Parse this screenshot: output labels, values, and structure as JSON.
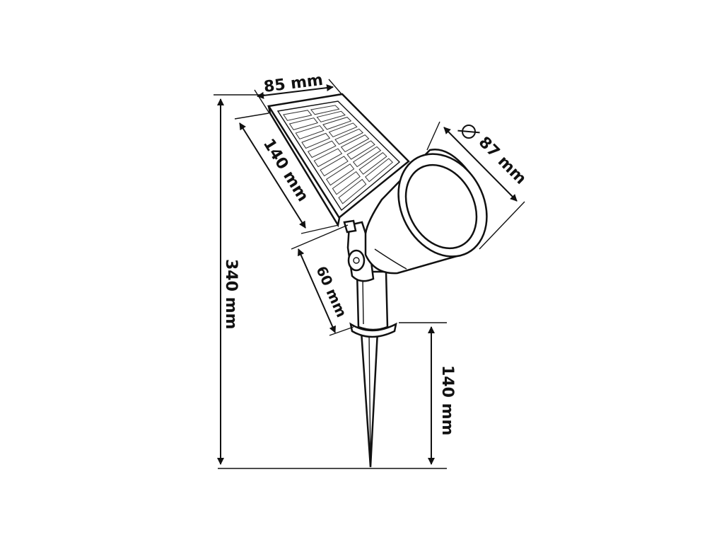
{
  "dimensions": {
    "panel_width": "85 mm",
    "panel_length": "140 mm",
    "head_diameter_symbol": "⌀",
    "head_diameter": "87 mm",
    "neck_length": "60 mm",
    "spike_length": "140 mm",
    "total_height": "340 mm"
  },
  "colors": {
    "line": "#111111",
    "background": "#ffffff"
  }
}
